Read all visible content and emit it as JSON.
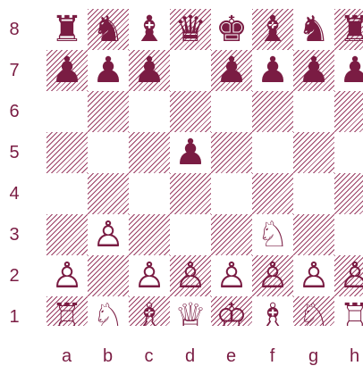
{
  "board": {
    "ranks": [
      "8",
      "7",
      "6",
      "5",
      "4",
      "3",
      "2",
      "1"
    ],
    "files": [
      "a",
      "b",
      "c",
      "d",
      "e",
      "f",
      "g",
      "h"
    ],
    "colors": {
      "ink": "#7a1c43",
      "light_square": "#ffffff",
      "dark_square_hatch": "#9a3d63"
    },
    "pieces": [
      {
        "square": "a8",
        "color": "black",
        "type": "rook",
        "glyph": "♜"
      },
      {
        "square": "b8",
        "color": "black",
        "type": "knight",
        "glyph": "♞"
      },
      {
        "square": "c8",
        "color": "black",
        "type": "bishop",
        "glyph": "♝"
      },
      {
        "square": "d8",
        "color": "black",
        "type": "queen",
        "glyph": "♛"
      },
      {
        "square": "e8",
        "color": "black",
        "type": "king",
        "glyph": "♚"
      },
      {
        "square": "f8",
        "color": "black",
        "type": "bishop",
        "glyph": "♝"
      },
      {
        "square": "g8",
        "color": "black",
        "type": "knight",
        "glyph": "♞"
      },
      {
        "square": "h8",
        "color": "black",
        "type": "rook",
        "glyph": "♜"
      },
      {
        "square": "a7",
        "color": "black",
        "type": "pawn",
        "glyph": "♟"
      },
      {
        "square": "b7",
        "color": "black",
        "type": "pawn",
        "glyph": "♟"
      },
      {
        "square": "c7",
        "color": "black",
        "type": "pawn",
        "glyph": "♟"
      },
      {
        "square": "e7",
        "color": "black",
        "type": "pawn",
        "glyph": "♟"
      },
      {
        "square": "f7",
        "color": "black",
        "type": "pawn",
        "glyph": "♟"
      },
      {
        "square": "g7",
        "color": "black",
        "type": "pawn",
        "glyph": "♟"
      },
      {
        "square": "h7",
        "color": "black",
        "type": "pawn",
        "glyph": "♟"
      },
      {
        "square": "d5",
        "color": "black",
        "type": "pawn",
        "glyph": "♟"
      },
      {
        "square": "b3",
        "color": "white",
        "type": "pawn",
        "glyph": "♙"
      },
      {
        "square": "f3",
        "color": "white",
        "type": "knight",
        "glyph": "♘"
      },
      {
        "square": "a2",
        "color": "white",
        "type": "pawn",
        "glyph": "♙"
      },
      {
        "square": "c2",
        "color": "white",
        "type": "pawn",
        "glyph": "♙"
      },
      {
        "square": "d2",
        "color": "white",
        "type": "pawn",
        "glyph": "♙"
      },
      {
        "square": "e2",
        "color": "white",
        "type": "pawn",
        "glyph": "♙"
      },
      {
        "square": "f2",
        "color": "white",
        "type": "pawn",
        "glyph": "♙"
      },
      {
        "square": "g2",
        "color": "white",
        "type": "pawn",
        "glyph": "♙"
      },
      {
        "square": "h2",
        "color": "white",
        "type": "pawn",
        "glyph": "♙"
      },
      {
        "square": "a1",
        "color": "white",
        "type": "rook",
        "glyph": "♖"
      },
      {
        "square": "b1",
        "color": "white",
        "type": "knight",
        "glyph": "♘"
      },
      {
        "square": "c1",
        "color": "white",
        "type": "bishop",
        "glyph": "♗"
      },
      {
        "square": "d1",
        "color": "white",
        "type": "queen",
        "glyph": "♕"
      },
      {
        "square": "e1",
        "color": "white",
        "type": "king",
        "glyph": "♔"
      },
      {
        "square": "f1",
        "color": "white",
        "type": "bishop",
        "glyph": "♗"
      },
      {
        "square": "g1",
        "color": "white",
        "type": "knight",
        "glyph": "♘"
      },
      {
        "square": "h1",
        "color": "white",
        "type": "rook",
        "glyph": "♖"
      }
    ]
  }
}
